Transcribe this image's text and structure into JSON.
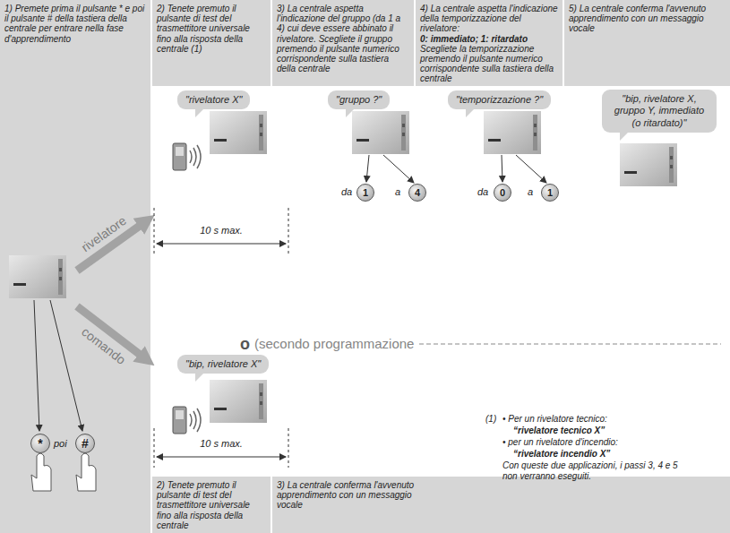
{
  "diagram": {
    "nodes": [
      {
        "text": [
          "1) Premete prima il pulsante * e poi il pulsante # della tastiera della centrale per entrare nella fase d'apprendimento"
        ]
      },
      {
        "text": [
          "2) Tenete premuto il pulsante di test del trasmettitore universale fino alla risposta della centrale (1)"
        ]
      },
      {
        "text": [
          "3) La centrale aspetta l'indicazione del gruppo (da 1 a 4) cui deve essere abbinato il rivelatore. Scegliete il gruppo premendo il pulsante numerico corrispondente sulla tastiera della centrale"
        ]
      },
      {
        "text": [
          "4) La centrale aspetta l'indicazione della temporizzazione del rivelatore:",
          "0: immediato; 1: ritardato",
          "Scegliete la temporizzazione premendo il pulsante numerico corrispondente sulla tastiera della centrale"
        ]
      },
      {
        "text": [
          "5) La centrale conferma l'avvenuto apprendimento con un messaggio vocale"
        ]
      },
      {
        "text": [
          "\"rivelatore X\""
        ]
      },
      {
        "text": [
          "\"gruppo ?\""
        ]
      },
      {
        "text": [
          "\"temporizzazione ?\""
        ]
      },
      {
        "text": [
          "\"bip, rivelatore X, gruppo Y, immediato (o ritardato)\""
        ]
      },
      {
        "text": [
          "1"
        ]
      },
      {
        "text": [
          "4"
        ]
      },
      {
        "text": [
          "0"
        ]
      },
      {
        "text": [
          "1"
        ]
      },
      {
        "text": [
          "\"bip, rivelatore X\""
        ]
      },
      {
        "text": [
          "*"
        ]
      },
      {
        "text": [
          "#"
        ]
      },
      {
        "text": [
          "2) Tenete premuto il pulsante di test del trasmettitore universale fino alla risposta della centrale"
        ]
      },
      {
        "text": [
          "3) La centrale conferma l'avvenuto apprendimento con un messaggio vocale"
        ]
      }
    ],
    "labels": [
      "rivelatore",
      "comando",
      "poi",
      "10 s max.",
      "da",
      "a",
      "da",
      "a",
      "o",
      "(secondo programmazione",
      "10 s max.",
      "(1)",
      "• Per un rivelatore tecnico:",
      "“rivelatore tecnico X”",
      "• per un rivelatore d'incendio:",
      "“rivelatore incendio X”",
      "Con queste due applicazioni, i passi 3, 4 e 5 non verranno eseguiti."
    ]
  }
}
